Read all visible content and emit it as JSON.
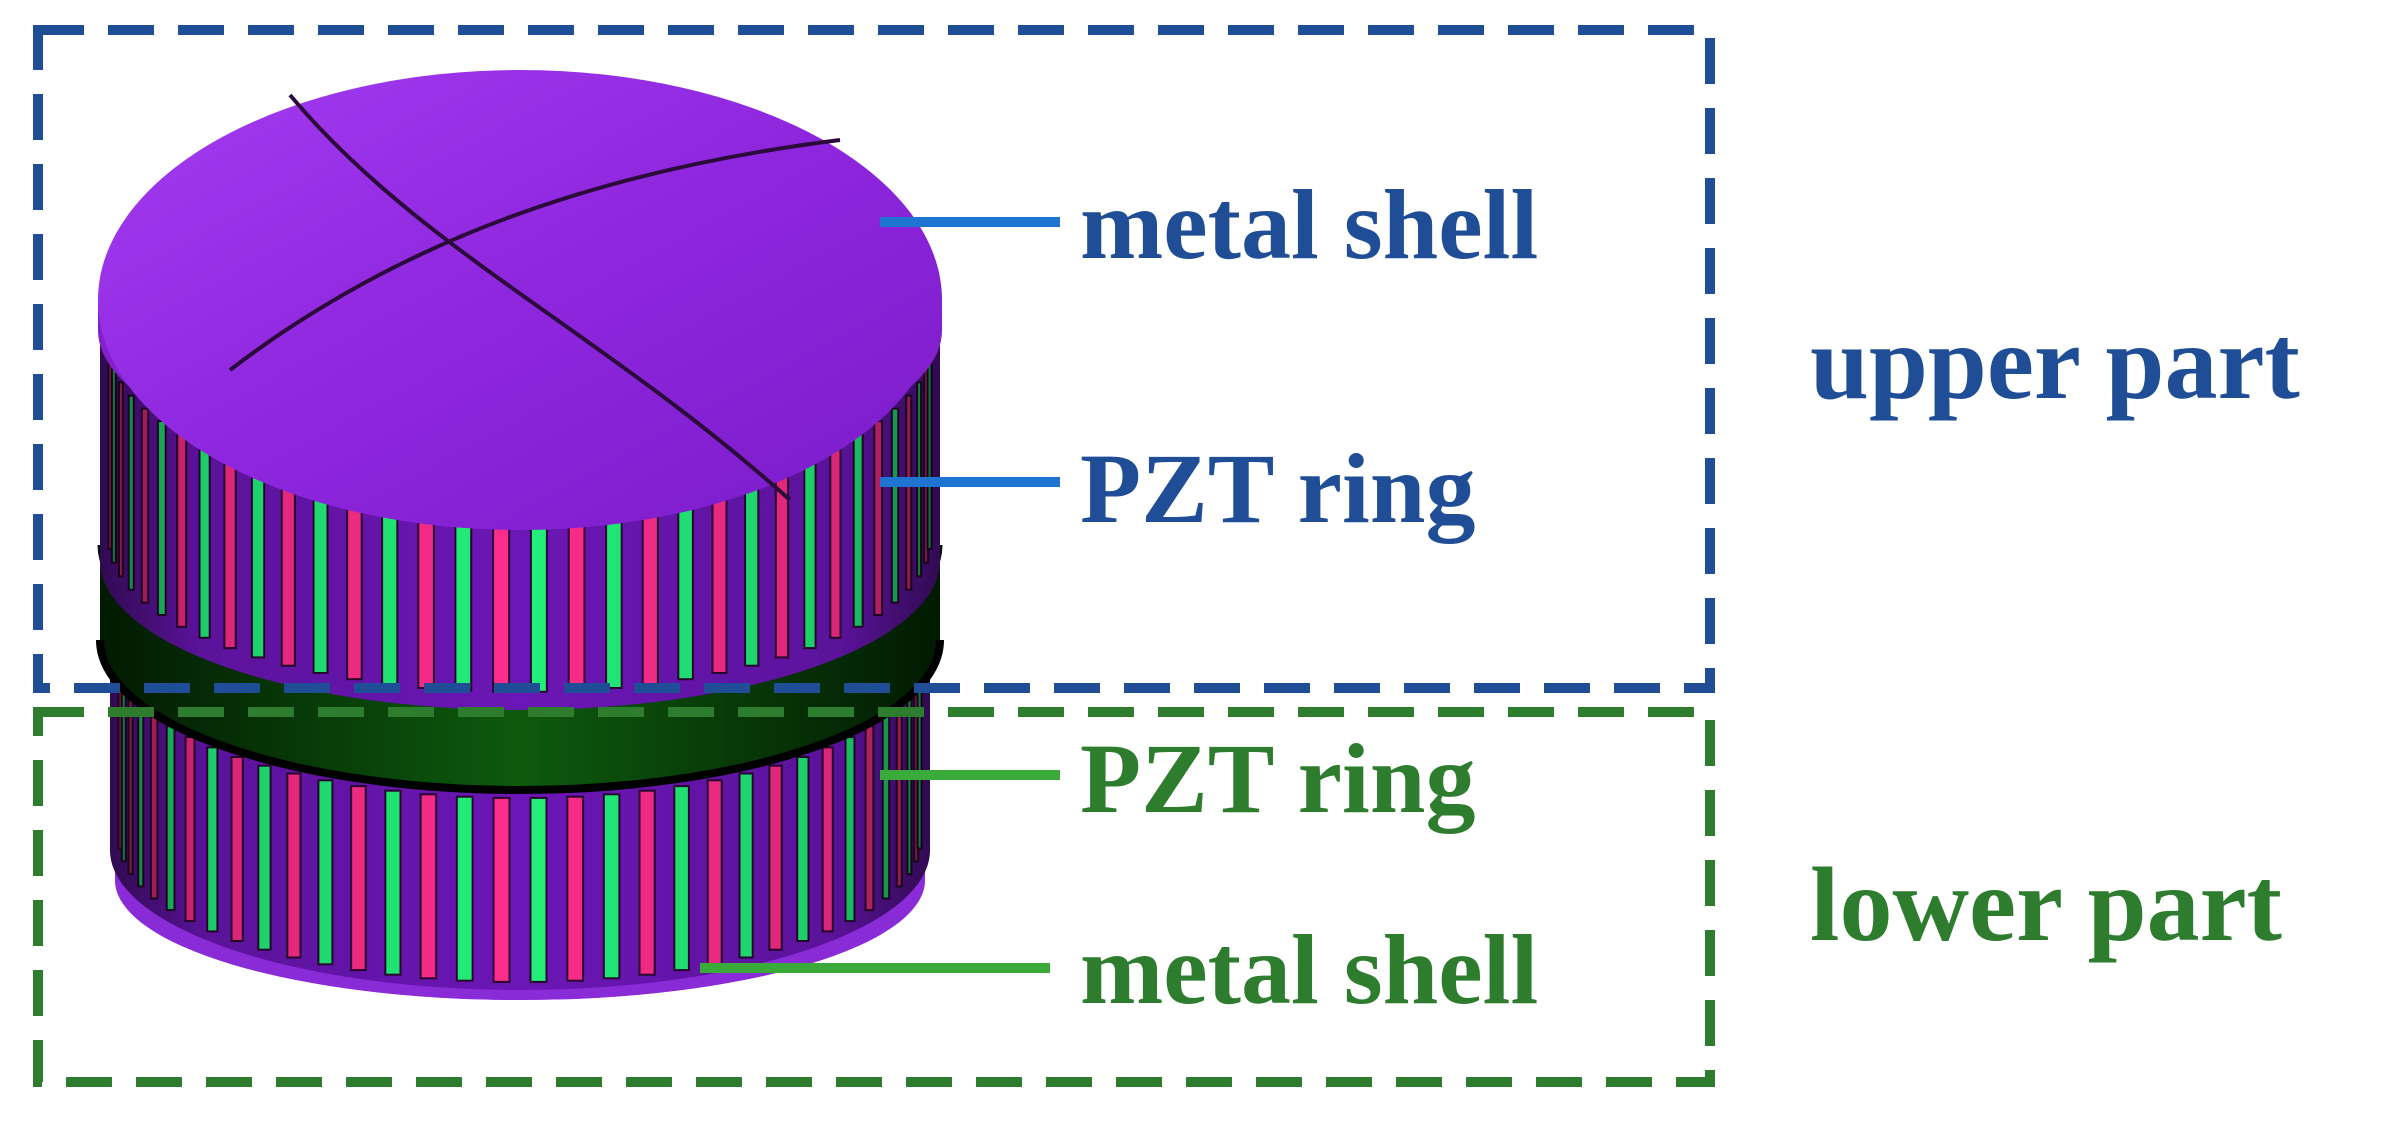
{
  "colors": {
    "upper": "#1f4e96",
    "upper_leader": "#1f74d1",
    "lower": "#2e7d2e",
    "lower_leader": "#3aaa3a",
    "shell_top": "#9a2ee6",
    "shell_side": "#7a1fc4",
    "stripe_pink": "#ff2d8c",
    "stripe_green": "#22f07a",
    "band": "#0a4a0a"
  },
  "upper": {
    "label_shell": "metal shell",
    "label_ring": "PZT ring",
    "group_label": "upper part"
  },
  "lower": {
    "label_ring": "PZT ring",
    "label_shell": "metal shell",
    "group_label": "lower part"
  }
}
